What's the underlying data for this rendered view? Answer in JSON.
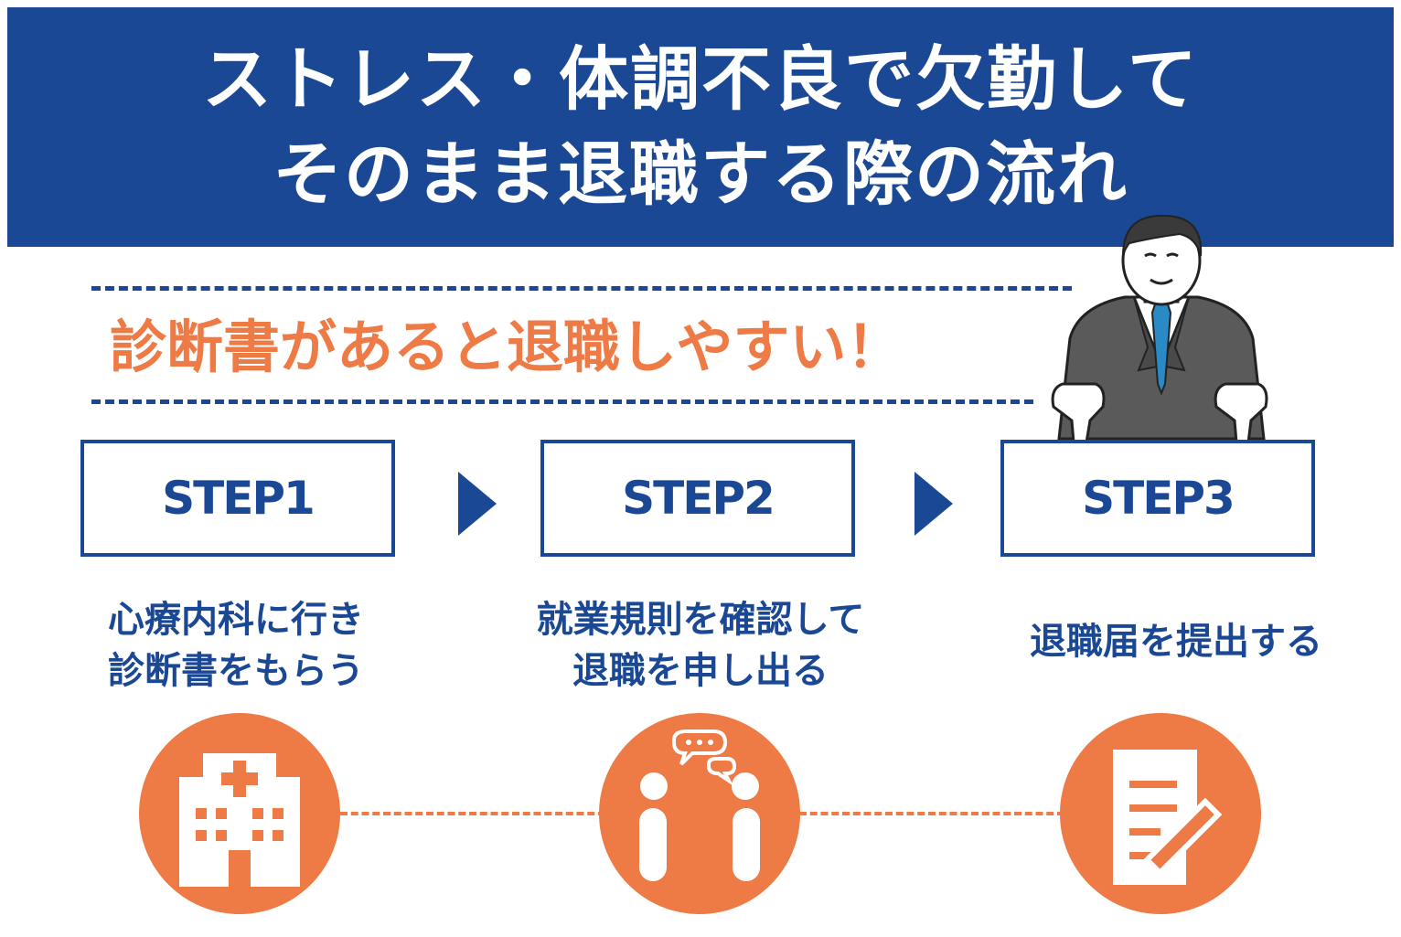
{
  "header": {
    "title_line1": "ストレス・体調不良で欠勤して",
    "title_line2": "そのまま退職する際の流れ"
  },
  "subtitle": "診断書があると退職しやすい！",
  "steps": [
    {
      "label": "STEP1",
      "desc": [
        "心療内科に行き",
        "診断書をもらう"
      ],
      "icon": "hospital-icon"
    },
    {
      "label": "STEP2",
      "desc": [
        "就業規則を確認して",
        "退職を申し出る"
      ],
      "icon": "conversation-icon"
    },
    {
      "label": "STEP3",
      "desc": [
        "退職届を提出する"
      ],
      "icon": "document-pen-icon"
    }
  ],
  "colors": {
    "navy": "#1b4894",
    "orange": "#ee7a45",
    "white": "#ffffff"
  }
}
